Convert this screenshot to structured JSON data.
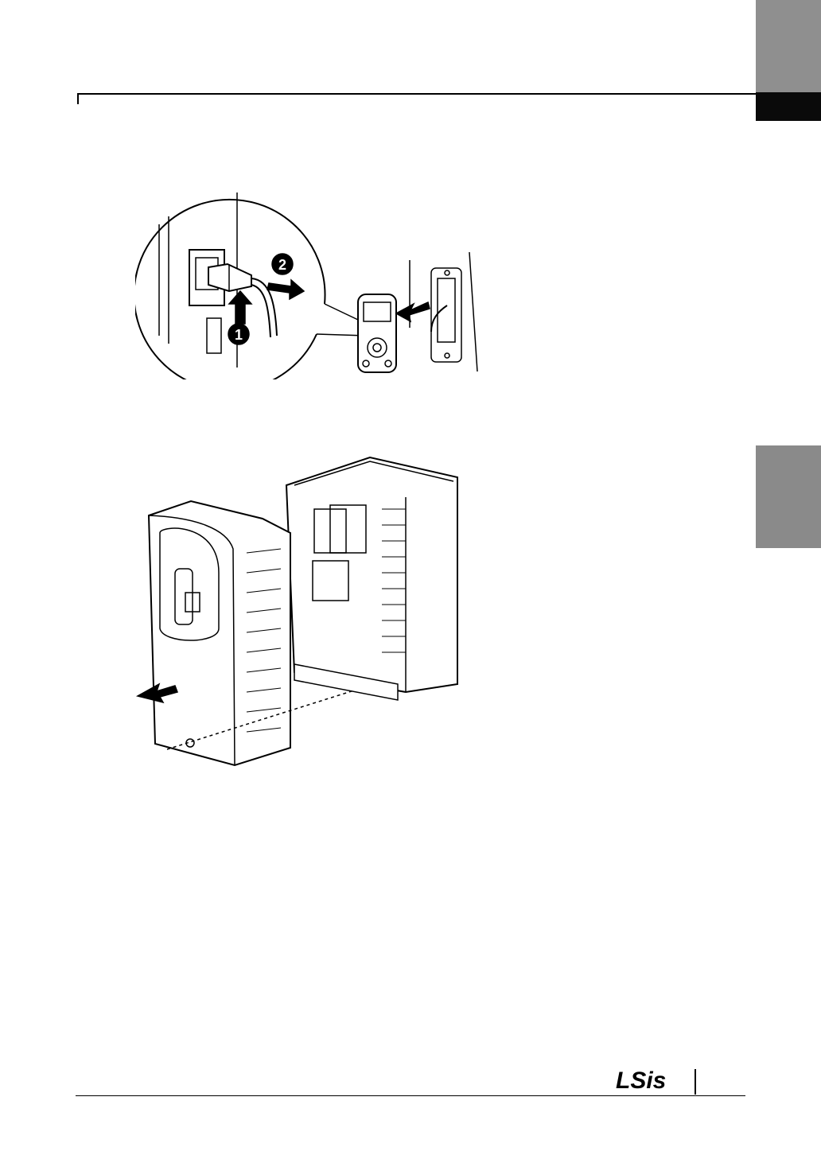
{
  "document": {
    "brand": "LSis",
    "callouts": [
      "1",
      "2"
    ],
    "figures": [
      {
        "name": "keypad-cable-disconnection",
        "icon": "rj45-connector-icon"
      },
      {
        "name": "front-cover-removal",
        "icon": "inverter-cover-icon"
      }
    ]
  }
}
